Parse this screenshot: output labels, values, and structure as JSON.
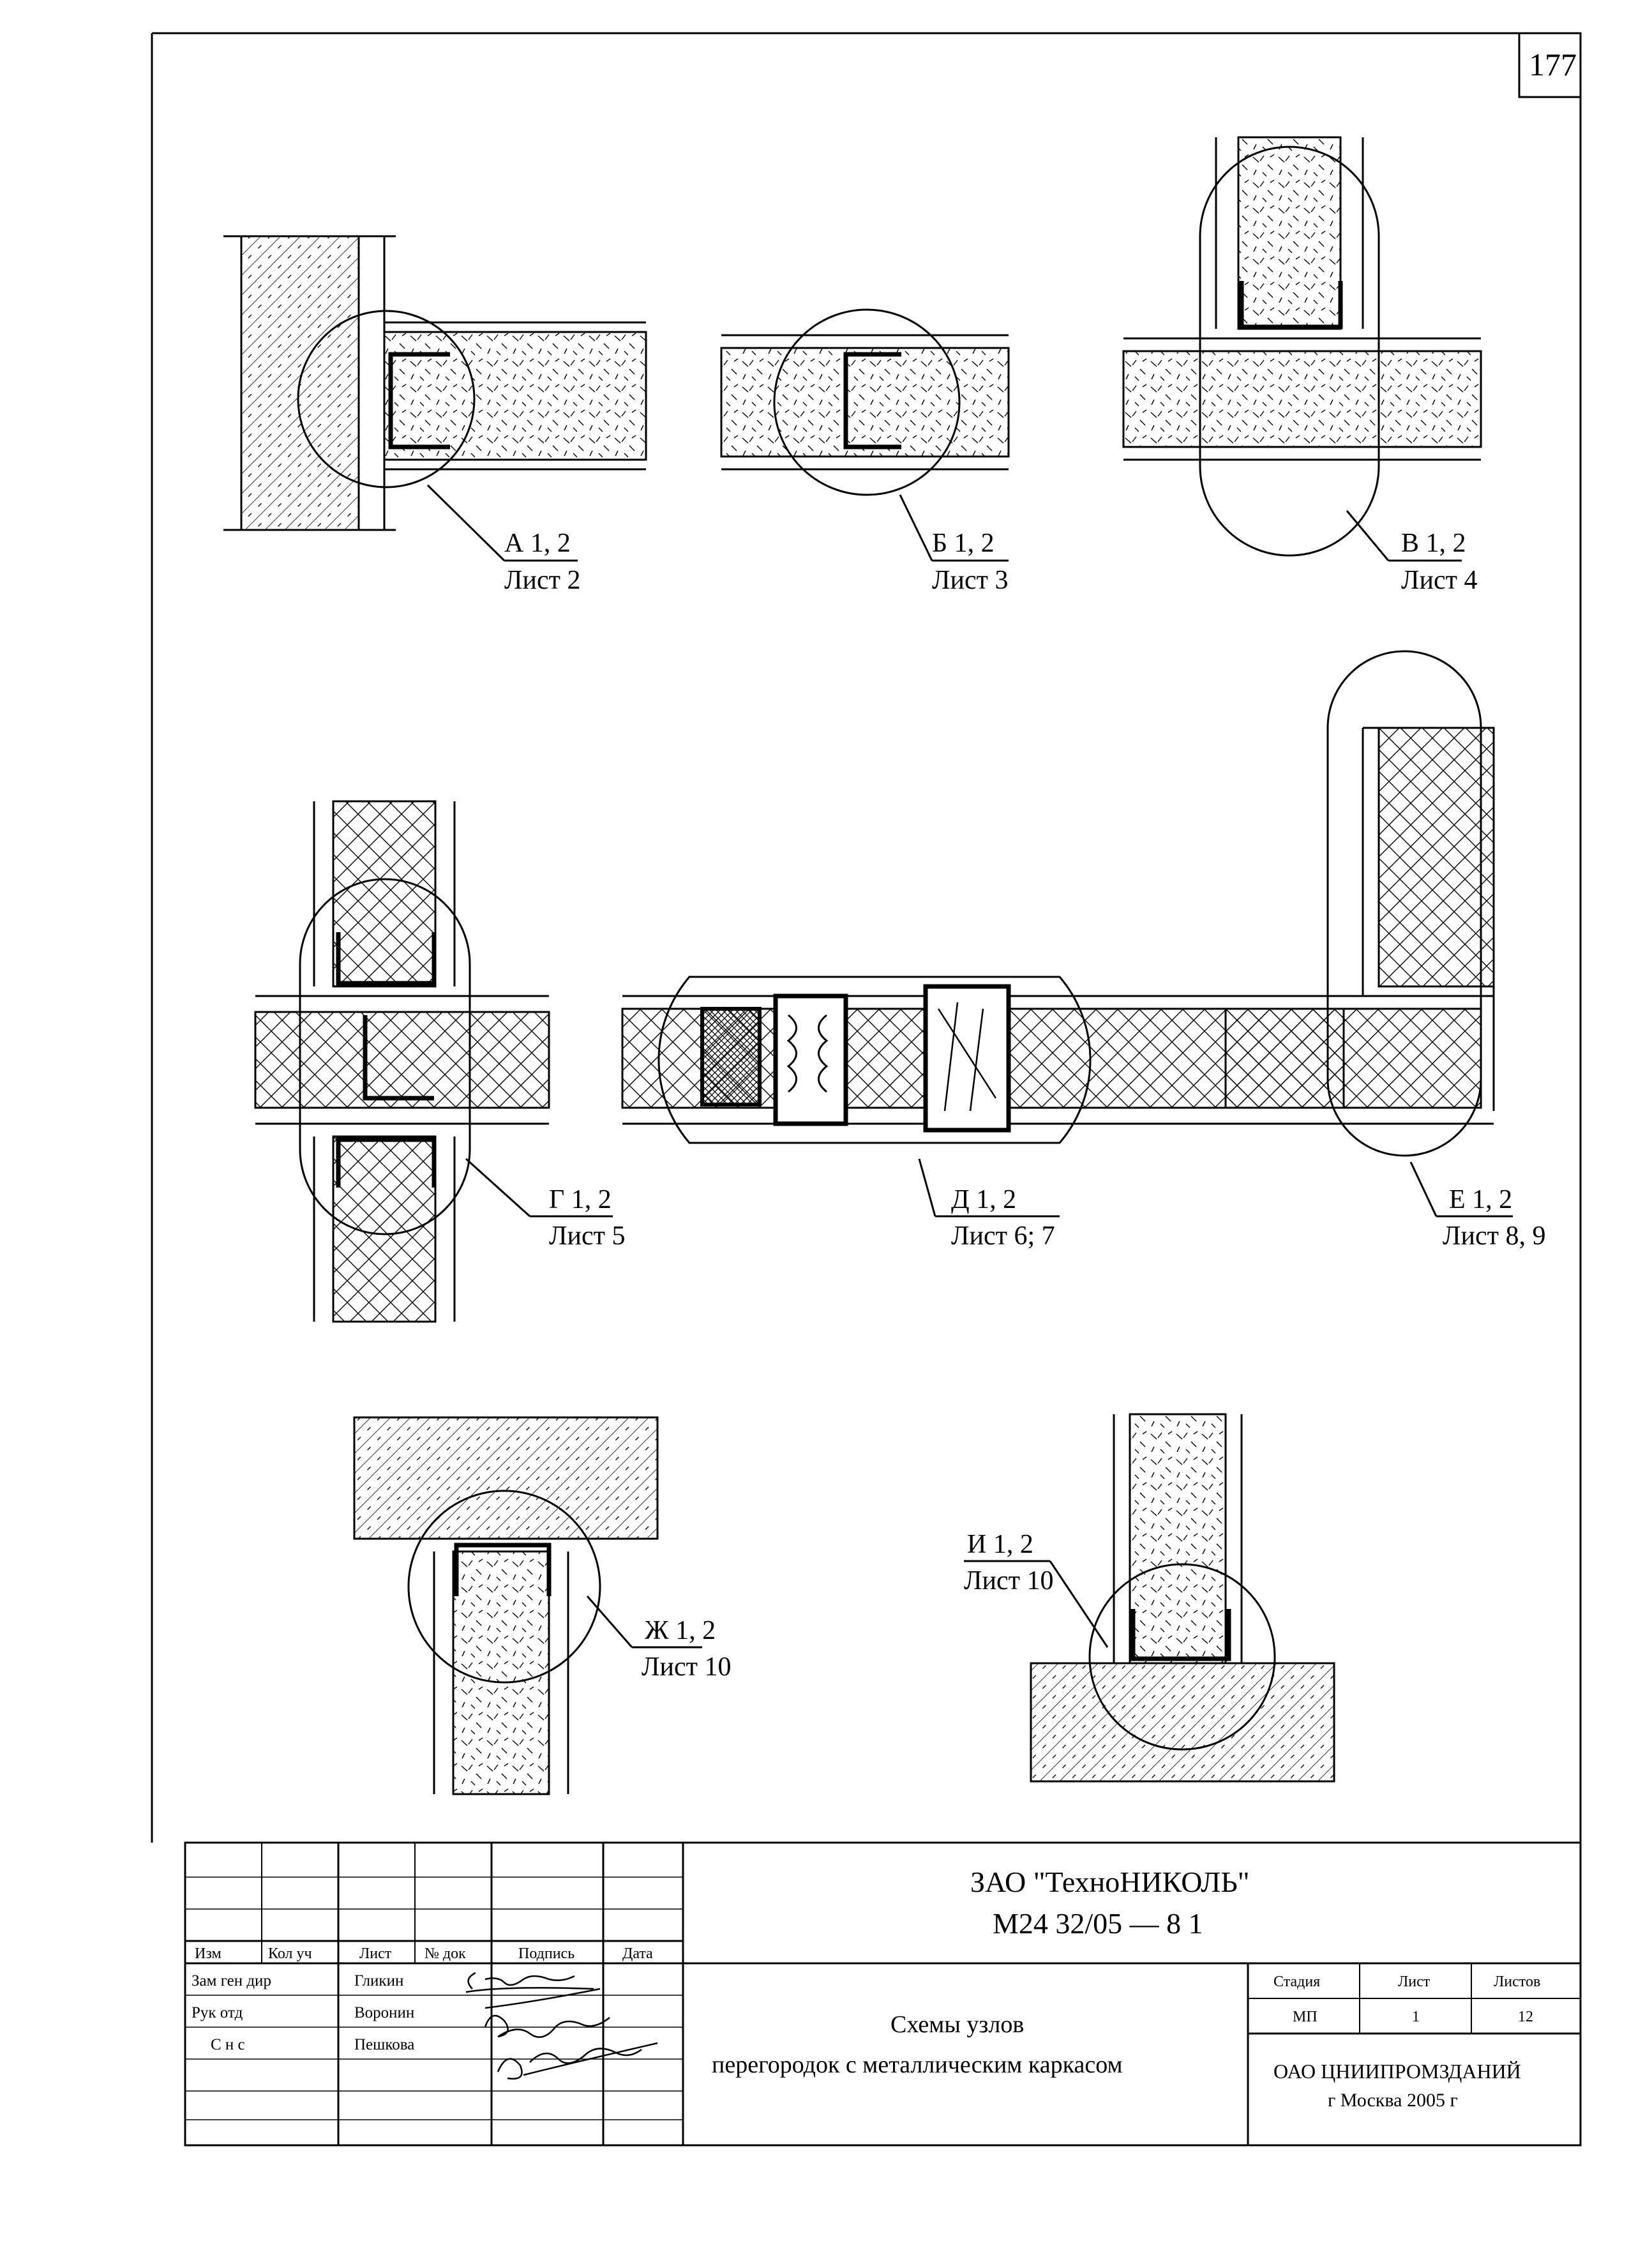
{
  "page_number": "177",
  "callouts": [
    {
      "code": "А 1, 2",
      "sheet": "Лист 2"
    },
    {
      "code": "Б 1, 2",
      "sheet": "Лист 3"
    },
    {
      "code": "В 1, 2",
      "sheet": "Лист 4"
    },
    {
      "code": "Г 1, 2",
      "sheet": "Лист 5"
    },
    {
      "code": "Д 1, 2",
      "sheet": "Лист 6; 7"
    },
    {
      "code": "Е 1, 2",
      "sheet": "Лист 8, 9"
    },
    {
      "code": "Ж 1, 2",
      "sheet": "Лист 10"
    },
    {
      "code": "И 1, 2",
      "sheet": "Лист 10"
    }
  ],
  "title_block": {
    "headers": {
      "izm": "Изм",
      "kol_uch": "Кол уч",
      "list": "Лист",
      "nodok": "№ док",
      "podpis": "Подпись",
      "data": "Дата"
    },
    "rows": [
      {
        "role": "Зам ген дир",
        "name": "Гликин"
      },
      {
        "role": "Рук отд",
        "name": "Воронин"
      },
      {
        "role": "С н с",
        "name": "Пешкова"
      }
    ],
    "company": "ЗАО \"ТехноНИКОЛЬ\"",
    "doc_code": "М24 32/05  —  8 1",
    "title_line1": "Схемы узлов",
    "title_line2": "перегородок с металлическим каркасом",
    "stage_header": "Стадия",
    "sheet_header": "Лист",
    "sheets_header": "Листов",
    "stage": "МП",
    "sheet": "1",
    "sheets": "12",
    "org_line1": "ОАО ЦНИИПРОМЗДАНИЙ",
    "org_line2": "г  Москва 2005 г"
  }
}
